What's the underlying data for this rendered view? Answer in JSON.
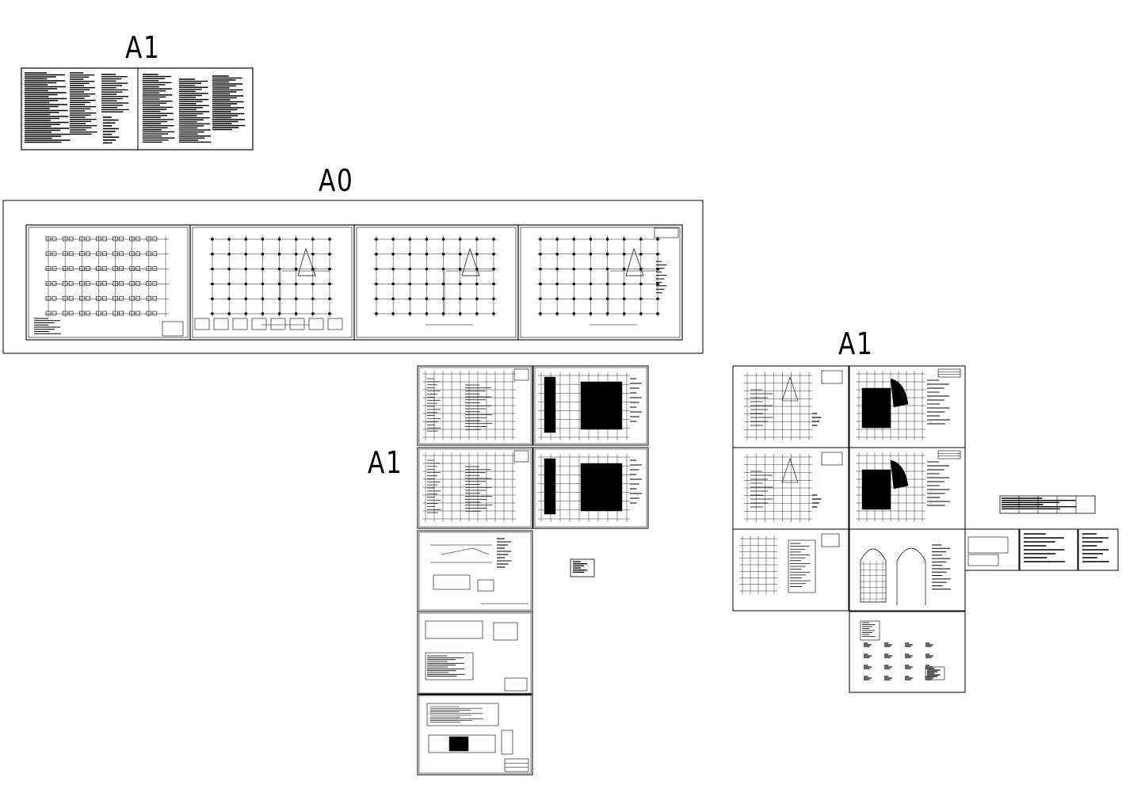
{
  "sheet_set_labels": {
    "a1_top": "A1",
    "a0": "A0",
    "a1_middle": "A1",
    "a1_right": "A1"
  },
  "colors": {
    "background": "#ffffff",
    "ink": "#000000"
  }
}
